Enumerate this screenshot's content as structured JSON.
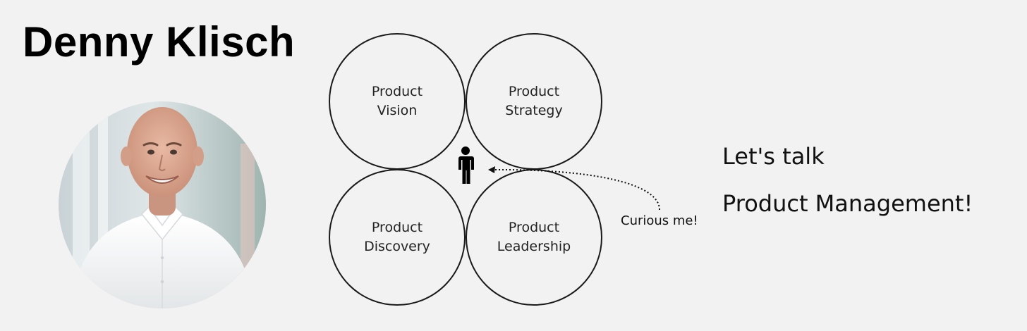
{
  "header": {
    "name": "Denny Klisch"
  },
  "diagram": {
    "circles": [
      {
        "line1": "Product",
        "line2": "Vision"
      },
      {
        "line1": "Product",
        "line2": "Strategy"
      },
      {
        "line1": "Product",
        "line2": "Discovery"
      },
      {
        "line1": "Product",
        "line2": "Leadership"
      }
    ],
    "annotation": "Curious me!"
  },
  "tagline": {
    "line1": "Let's talk",
    "line2": "Product Management!"
  },
  "colors": {
    "background": "#f2f2f2",
    "stroke": "#1a1a1a",
    "text": "#222222"
  },
  "icons": {
    "person": "person-icon",
    "arrow": "dotted-arrow-icon"
  }
}
